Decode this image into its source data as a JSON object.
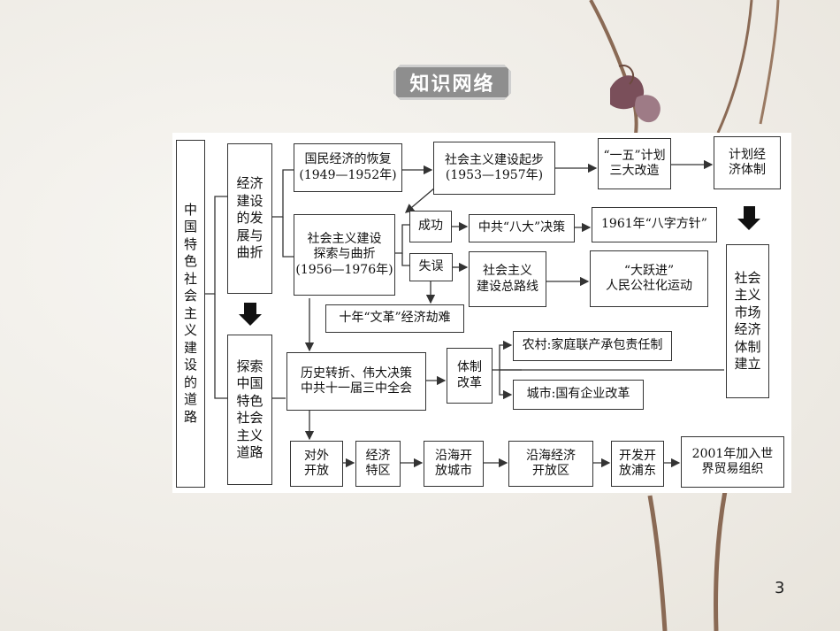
{
  "slide_title": "知识网络",
  "page_number": "3",
  "diagram": {
    "root": "中\n国\n特\n色\n社\n会\n主\n义\n建\n设\n的\n道\n路",
    "branch_development": "经济\n建设\n的发\n展与\n曲折",
    "branch_exploration": "探索\n中国\n特色\n社会\n主义\n道路",
    "recovery": "国民经济的恢复\n(1949—1952年)",
    "socialist_start": "社会主义建设起步\n(1953—1957年)",
    "five_year_plan": "“一五”计划\n三大改造",
    "planned_economy": "计划经\n济体制",
    "exploration_setback": "社会主义建设\n探索与曲折\n(1956—1976年)",
    "success": "成功",
    "eighth_congress": "中共“八大”决策",
    "eight_char_policy": "1961年“八字方针”",
    "mistake": "失误",
    "general_line": "社会主义\n建设总路线",
    "great_leap": "“大跃进”\n人民公社化运动",
    "cultural_revolution": "十年“文革”经济劫难",
    "market_economy": "社会\n主义\n市场\n经济\n体制\n建立",
    "turning_point": "历史转折、伟大决策\n中共十一届三中全会",
    "system_reform": "体制\n改革",
    "rural_reform": "农村:家庭联产承包责任制",
    "urban_reform": "城市:国有企业改革",
    "opening_up": "对外\n开放",
    "sez": "经济\n特区",
    "coastal_cities": "沿海开\n放城市",
    "coastal_zones": "沿海经济\n开放区",
    "pudong": "开发开\n放浦东",
    "wto": "2001年加入世\n界贸易组织"
  }
}
